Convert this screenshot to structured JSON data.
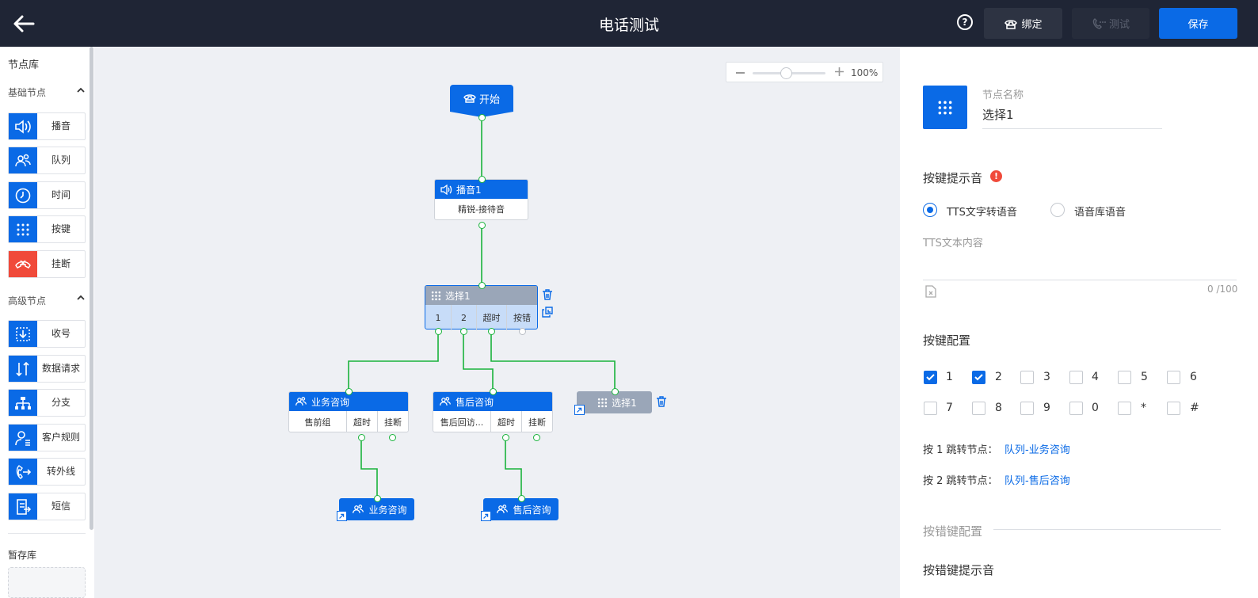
{
  "header": {
    "title": "电话测试",
    "help_icon_glyph": "?",
    "bind_label": "绑定",
    "test_label": "测试",
    "save_label": "保存"
  },
  "sidebar": {
    "title": "节点库",
    "basic_title": "基础节点",
    "basic_items": [
      {
        "label": "播音",
        "icon": "speaker-icon"
      },
      {
        "label": "队列",
        "icon": "users-icon"
      },
      {
        "label": "时间",
        "icon": "clock-icon"
      },
      {
        "label": "按键",
        "icon": "keypad-icon"
      },
      {
        "label": "挂断",
        "icon": "hangup-icon",
        "color": "#f04a3a"
      }
    ],
    "advanced_title": "高级节点",
    "advanced_items": [
      {
        "label": "收号",
        "icon": "collect-digits-icon"
      },
      {
        "label": "数据请求",
        "icon": "data-request-icon"
      },
      {
        "label": "分支",
        "icon": "branch-icon"
      },
      {
        "label": "客户规则",
        "icon": "customer-rule-icon"
      },
      {
        "label": "转外线",
        "icon": "transfer-icon"
      },
      {
        "label": "短信",
        "icon": "sms-icon"
      }
    ],
    "stash_title": "暂存库"
  },
  "canvas": {
    "zoom": "100%",
    "zoom_level": 0.5,
    "start": "开始",
    "play_node": {
      "title": "播音1",
      "body": "精锐-接待音"
    },
    "select_node": {
      "title": "选择1",
      "keys": [
        "1",
        "2",
        "超时",
        "按错"
      ]
    },
    "queue_biz": {
      "title": "业务咨询",
      "body": "售前组",
      "timeout": "超时",
      "hangup": "挂断"
    },
    "queue_after": {
      "title": "售后咨询",
      "body": "售后回访...",
      "timeout": "超时",
      "hangup": "挂断"
    },
    "select_ref": "选择1",
    "jump_biz": "业务咨询",
    "jump_after": "售后咨询"
  },
  "panel": {
    "node_name_label": "节点名称",
    "node_name_value": "选择1",
    "prompt_title": "按键提示音",
    "prompt_warn_glyph": "!",
    "radio_tts": "TTS文字转语音",
    "radio_lib": "语音库语音",
    "tts_placeholder": "TTS文本内容",
    "tts_count": "0 /100",
    "keys_title": "按键配置",
    "keys": [
      {
        "label": "1",
        "checked": true
      },
      {
        "label": "2",
        "checked": true
      },
      {
        "label": "3",
        "checked": false
      },
      {
        "label": "4",
        "checked": false
      },
      {
        "label": "5",
        "checked": false
      },
      {
        "label": "6",
        "checked": false
      },
      {
        "label": "7",
        "checked": false
      },
      {
        "label": "8",
        "checked": false
      },
      {
        "label": "9",
        "checked": false
      },
      {
        "label": "0",
        "checked": false
      },
      {
        "label": "*",
        "checked": false
      },
      {
        "label": "#",
        "checked": false
      }
    ],
    "jump1_label": "按 1 跳转节点：",
    "jump1_link": "队列-业务咨询",
    "jump2_label": "按 2 跳转节点：",
    "jump2_link": "队列-售后咨询",
    "wrong_key_section": "按错键配置",
    "wrong_key_prompt": "按错键提示音"
  },
  "colors": {
    "accent": "#0a6ae6",
    "topbar": "#1f2535",
    "danger": "#f04a3a",
    "connector": "#19b33b"
  }
}
